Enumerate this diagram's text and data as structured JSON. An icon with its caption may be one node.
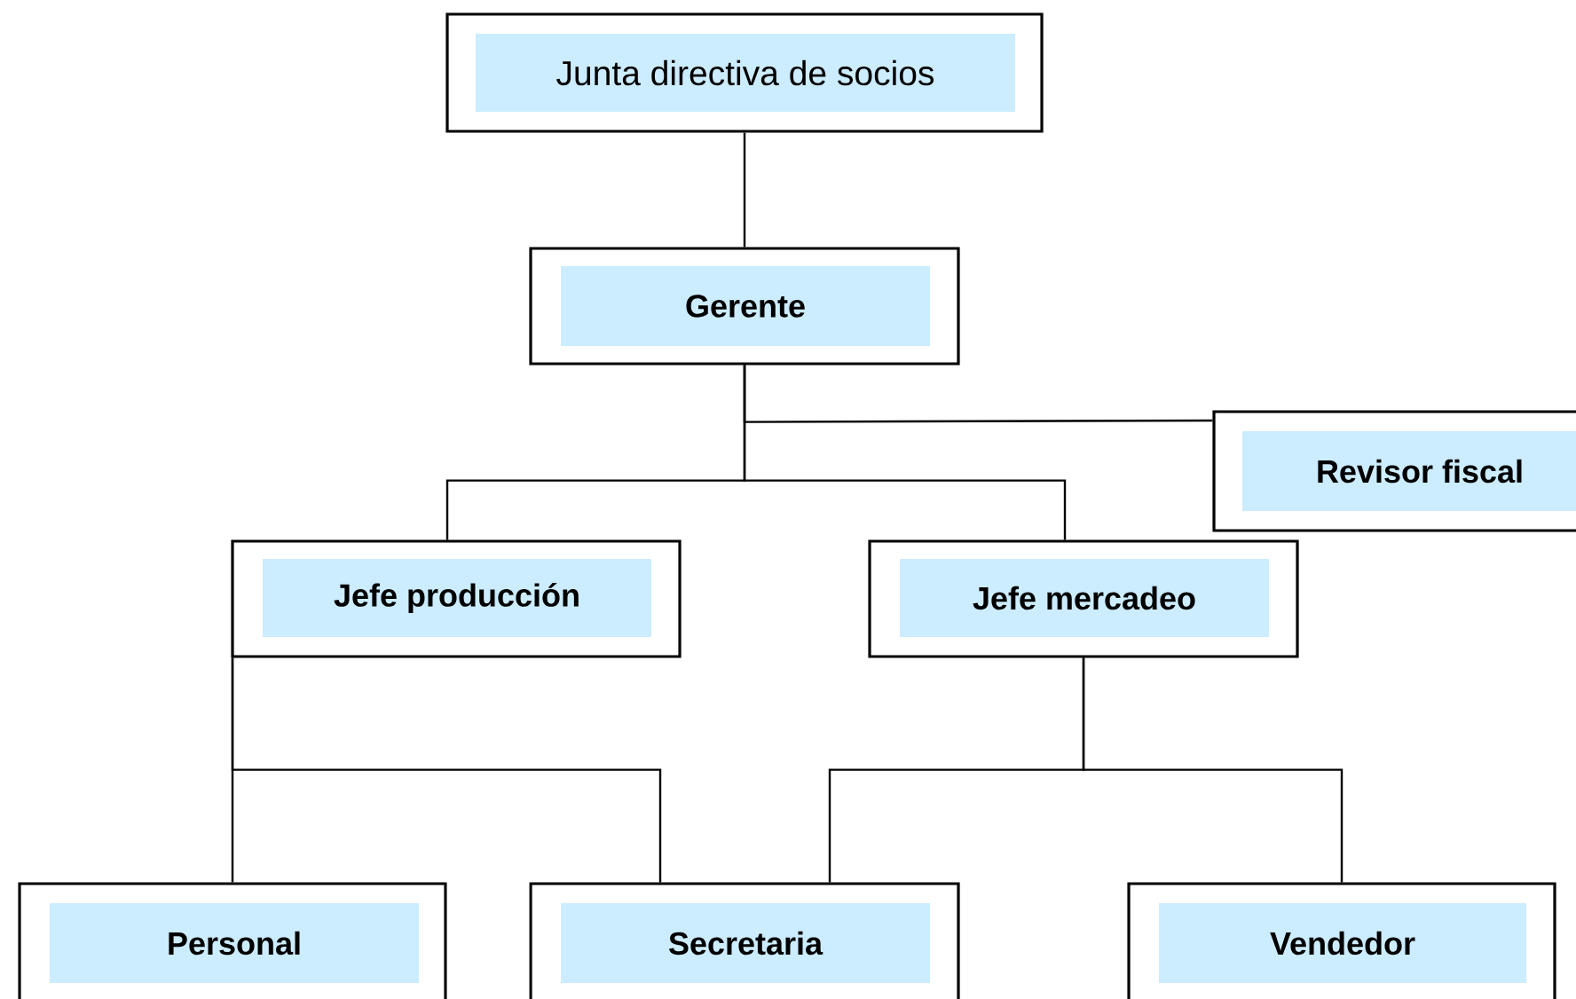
{
  "diagram": {
    "nodes": [
      {
        "text": [
          "Junta directiva de socios"
        ]
      },
      {
        "text": [
          "Gerente"
        ]
      },
      {
        "text": [
          "Revisor fiscal"
        ]
      },
      {
        "text": [
          "Jefe producción"
        ]
      },
      {
        "text": [
          "Jefe mercadeo"
        ]
      },
      {
        "text": [
          "Personal"
        ]
      },
      {
        "text": [
          "Secretaria"
        ]
      },
      {
        "text": [
          "Vendedor"
        ]
      }
    ],
    "edges": [
      {
        "from": 0,
        "to": 1,
        "arrow": "none"
      },
      {
        "from": 1,
        "to": 2,
        "arrow": "none"
      },
      {
        "from": 1,
        "to": 3,
        "arrow": "none"
      },
      {
        "from": 1,
        "to": 4,
        "arrow": "none"
      },
      {
        "from": 3,
        "to": 5,
        "arrow": "none"
      },
      {
        "from": 3,
        "to": 6,
        "arrow": "none"
      },
      {
        "from": 4,
        "to": 6,
        "arrow": "none"
      },
      {
        "from": 4,
        "to": 7,
        "arrow": "none"
      }
    ]
  }
}
